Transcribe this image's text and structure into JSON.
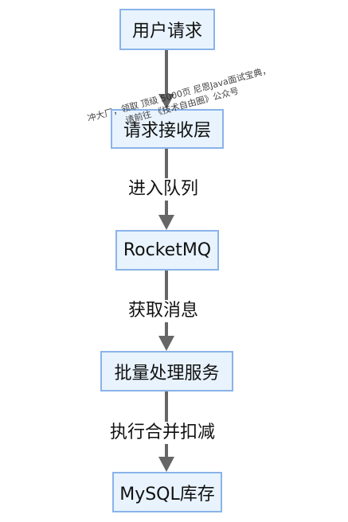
{
  "nodes": {
    "user_request": "用户请求",
    "request_layer": "请求接收层",
    "rocketmq": "RocketMQ",
    "batch_service": "批量处理服务",
    "mysql_stock": "MySQL库存"
  },
  "edges": {
    "enqueue": "进入队列",
    "fetch": "获取消息",
    "merge_deduct": "执行合并扣减"
  },
  "watermark": {
    "line1": "冲大厂，领取 顶级 5000页 尼恩Java面试宝典，",
    "line2": "请前往 《技术自由圈》公众号"
  },
  "colors": {
    "node_fill": "#e8f3fd",
    "node_border": "#8ab3ea",
    "arrow": "#666666"
  }
}
